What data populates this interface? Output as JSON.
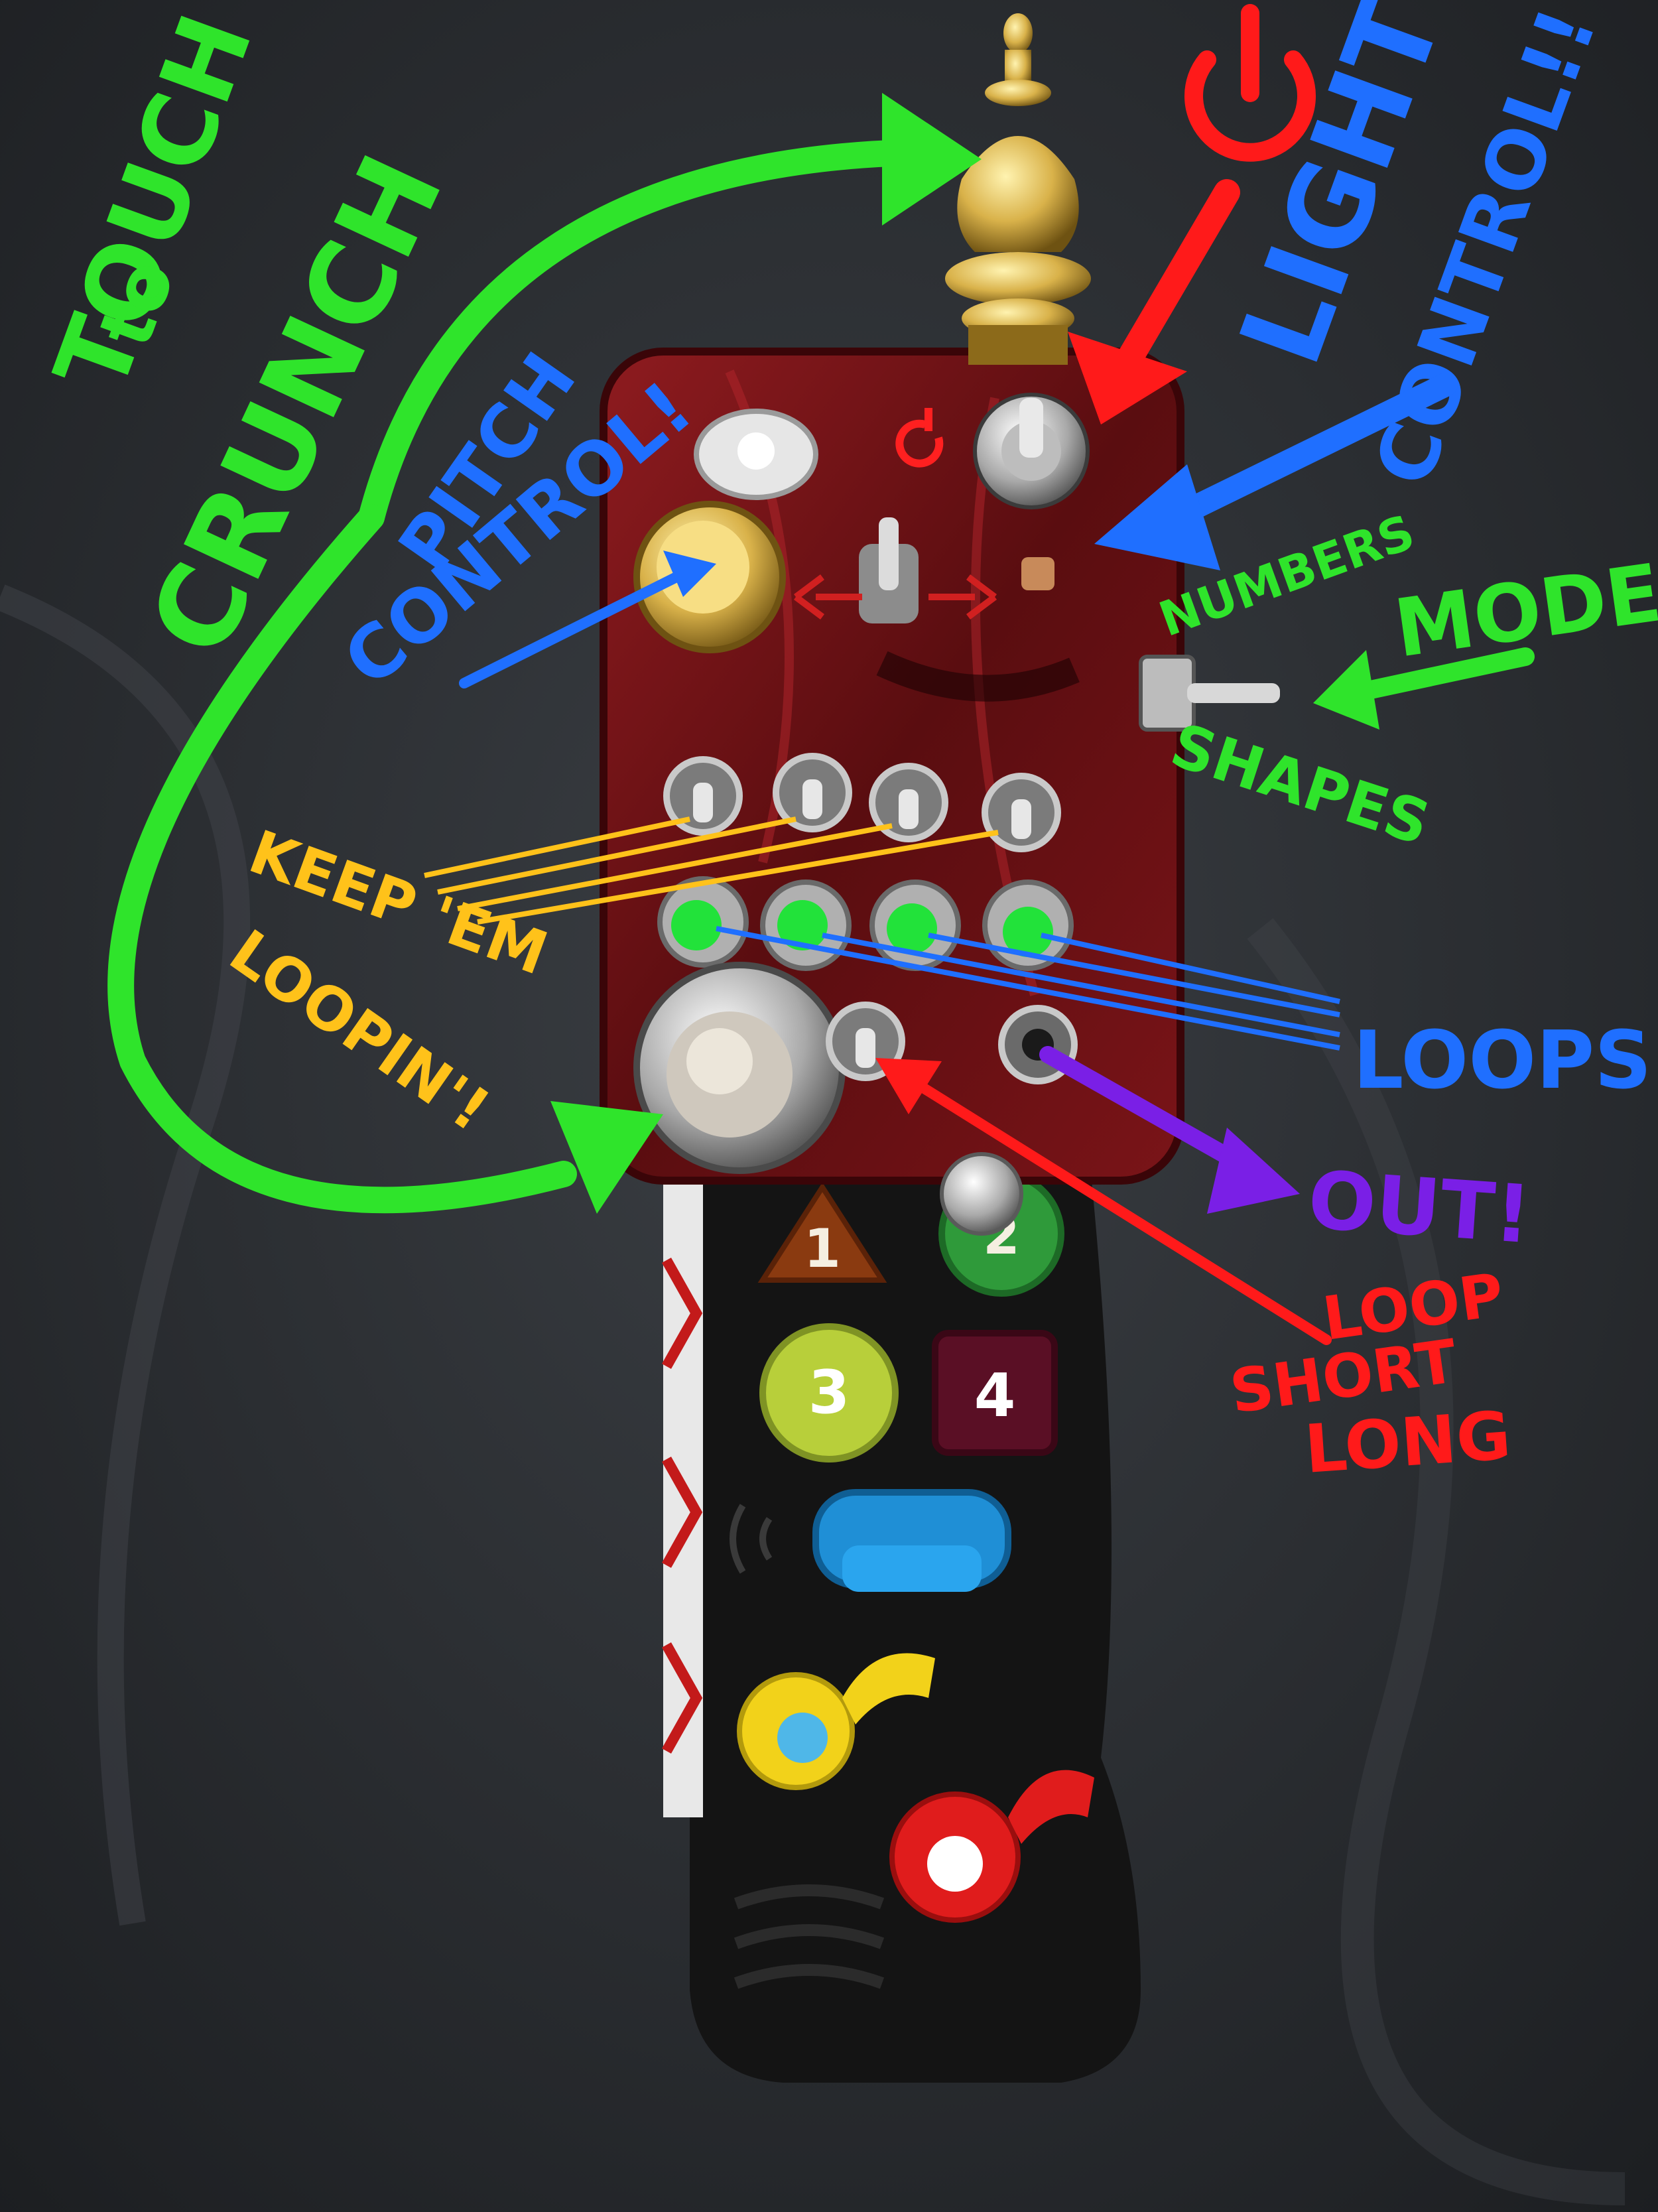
{
  "colors": {
    "background": "#2a2d31",
    "case_red": "#7a1418",
    "handset_black": "#141414",
    "annot_green": "#2fe42b",
    "annot_blue": "#1f6fff",
    "annot_red": "#ff1a1a",
    "annot_yellow": "#ffc21a",
    "annot_purple": "#7a1fe6",
    "led_green": "#22e23a",
    "brass": "#d9b24a"
  },
  "annotations": {
    "touch_label": "TOUCH",
    "to_label": "to",
    "crunch_label": "CRUNCH",
    "light_label": "LIGHT",
    "control_light_label": "CONTROL!!",
    "pitch_label": "PITCH",
    "control_pitch_label": "CONTROL!",
    "numbers_label": "NUMBERS",
    "mode_label": "MODE",
    "shapes_label": "SHAPES",
    "keep_label": "KEEP 'EM",
    "loopin_label": "LOOPIN'!",
    "loops_label": "LOOPS",
    "out_label": "OUT!",
    "loop_label": "LOOP",
    "short_label": "SHORT",
    "long_label": "LONG"
  },
  "toy_phone": {
    "power_icon": "power-icon",
    "keys": [
      {
        "label": "1",
        "shape": "triangle",
        "color": "#8a3a10"
      },
      {
        "label": "2",
        "shape": "flower",
        "color": "#2f9a3a"
      },
      {
        "label": "3",
        "shape": "circle",
        "color": "#b8cf3a"
      },
      {
        "label": "4",
        "shape": "square",
        "color": "#5a0f25"
      }
    ],
    "phone_button_icon": "telephone-icon",
    "music_button_cat_icon": "cat-icon",
    "music_button_dog_icon": "dog-icon"
  }
}
